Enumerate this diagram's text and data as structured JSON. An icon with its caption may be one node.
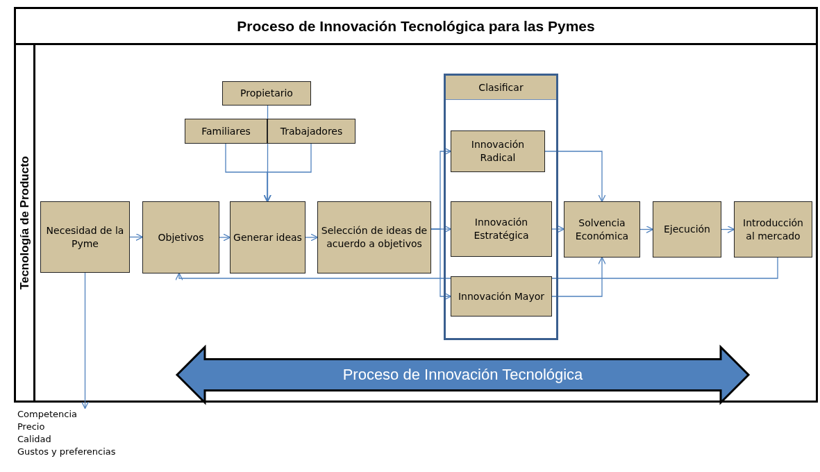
{
  "diagram": {
    "title": "Proceso de Innovación Tecnológica para las Pymes",
    "nodes": [
      {
        "text": [
          "Necesidad de la Pyme"
        ]
      },
      {
        "text": [
          "Objetivos"
        ]
      },
      {
        "text": [
          "Propietario"
        ]
      },
      {
        "text": [
          "Familiares"
        ]
      },
      {
        "text": [
          "Trabajadores"
        ]
      },
      {
        "text": [
          "Generar ideas"
        ]
      },
      {
        "text": [
          "Selección de ideas de acuerdo a objetivos"
        ]
      },
      {
        "text": [
          "Clasificar"
        ]
      },
      {
        "text": [
          "Innovación Radical"
        ],
        "in": 7
      },
      {
        "text": [
          "Innovación Estratégica"
        ],
        "in": 7
      },
      {
        "text": [
          "Innovación Mayor"
        ],
        "in": 7
      },
      {
        "text": [
          "Solvencia Económica"
        ]
      },
      {
        "text": [
          "Ejecución"
        ]
      },
      {
        "text": [
          "Introducción al mercado"
        ]
      },
      {
        "text": [
          "Proceso de Innovación Tecnológica"
        ]
      },
      {
        "text": [
          "Competencia",
          "Precio",
          "Calidad",
          "Gustos y preferencias"
        ]
      }
    ],
    "edges": [
      {
        "from": 0,
        "to": 1,
        "arrow": "to"
      },
      {
        "from": 1,
        "to": 5,
        "arrow": "to"
      },
      {
        "from": 2,
        "to": 5,
        "arrow": "to"
      },
      {
        "from": 3,
        "to": 5,
        "arrow": "to"
      },
      {
        "from": 4,
        "to": 5,
        "arrow": "to"
      },
      {
        "from": 5,
        "to": 6,
        "arrow": "to"
      },
      {
        "from": 6,
        "to": 8,
        "arrow": "to"
      },
      {
        "from": 6,
        "to": 9,
        "arrow": "to"
      },
      {
        "from": 6,
        "to": 10,
        "arrow": "to"
      },
      {
        "from": 8,
        "to": 11,
        "arrow": "to"
      },
      {
        "from": 9,
        "to": 11,
        "arrow": "to"
      },
      {
        "from": 10,
        "to": 11,
        "arrow": "to"
      },
      {
        "from": 11,
        "to": 12,
        "arrow": "to"
      },
      {
        "from": 12,
        "to": 13,
        "arrow": "to"
      },
      {
        "from": 13,
        "to": 1,
        "arrow": "to"
      },
      {
        "from": 0,
        "to": 15,
        "arrow": "to"
      }
    ],
    "labels": [
      "Tecnología de Producto"
    ]
  }
}
